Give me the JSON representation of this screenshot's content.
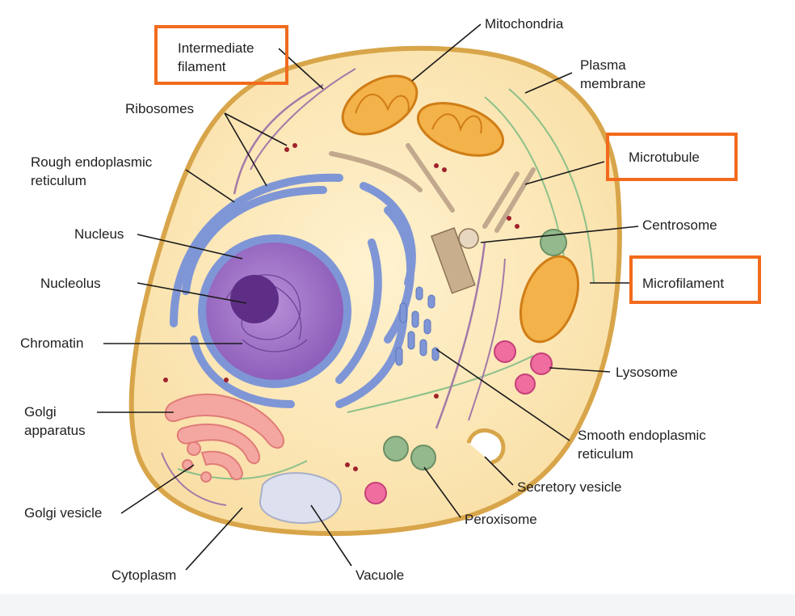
{
  "labels": {
    "intermediate_filament": [
      "Intermediate",
      "filament"
    ],
    "mitochondria": "Mitochondria",
    "plasma_membrane": [
      "Plasma",
      "membrane"
    ],
    "ribosomes": "Ribosomes",
    "rough_er": [
      "Rough endoplasmic",
      "reticulum"
    ],
    "microtubule": "Microtubule",
    "centrosome": "Centrosome",
    "nucleus": "Nucleus",
    "nucleolus": "Nucleolus",
    "microfilament": "Microfilament",
    "chromatin": "Chromatin",
    "lysosome": "Lysosome",
    "golgi_apparatus": [
      "Golgi",
      "apparatus"
    ],
    "smooth_er": [
      "Smooth endoplasmic",
      "reticulum"
    ],
    "secretory_vesicle": "Secretory vesicle",
    "golgi_vesicle": "Golgi vesicle",
    "peroxisome": "Peroxisome",
    "cytoplasm": "Cytoplasm",
    "vacuole": "Vacuole"
  },
  "highlighted": [
    "intermediate_filament",
    "microtubule",
    "microfilament"
  ],
  "colors": {
    "highlight": "#f26b1d",
    "cell_fill": "#fbe7b8",
    "membrane": "#d8a54a",
    "nucleus": "#8a5bb8",
    "er": "#7f96d6",
    "mitochondria": "#f0a43a",
    "golgi": "#f4a7a0",
    "lysosome": "#e86a9a",
    "peroxisome": "#8fb08a",
    "vacuole": "#d7dbea"
  }
}
